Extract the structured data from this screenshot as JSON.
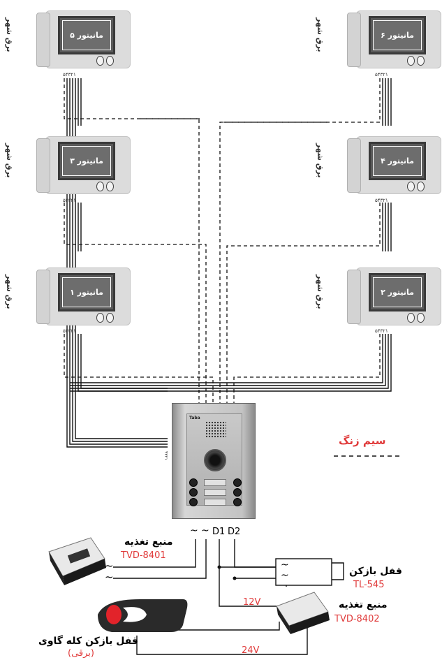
{
  "monitors": [
    {
      "id": "m5",
      "label": "مانیتور ۵",
      "terminals": "۵۴۳۲۱",
      "power": "برق شهر"
    },
    {
      "id": "m6",
      "label": "مانیتور ۶",
      "terminals": "۵۴۳۲۱",
      "power": "برق شهر"
    },
    {
      "id": "m3",
      "label": "مانیتور ۳",
      "terminals": "۵۴۳۲۱",
      "power": "برق شهر"
    },
    {
      "id": "m4",
      "label": "مانیتور ۴",
      "terminals": "۵۴۳۲۱",
      "power": "برق شهر"
    },
    {
      "id": "m1",
      "label": "مانیتور ۱",
      "terminals": "۵۴۳۲۱",
      "power": "برق شهر"
    },
    {
      "id": "m2",
      "label": "مانیتور ۲",
      "terminals": "۵۴۳۲۱",
      "power": "برق شهر"
    }
  ],
  "door_panel": {
    "brand": "Taba",
    "bell_terminals": "۴۳۲۱"
  },
  "legend": {
    "label": "سیم زنگ"
  },
  "terminals": {
    "t1": "~",
    "t2": "~",
    "t3": "D1",
    "t4": "D2"
  },
  "psu1": {
    "title": "منبع تغذیه",
    "model": "TVD-8401",
    "out1": "~",
    "out2": "~"
  },
  "lock": {
    "title": "قفل بازکن",
    "model": "TL-545",
    "in1": "~",
    "in2": "~"
  },
  "psu2": {
    "title": "منبع تغذیه",
    "model": "TVD-8402"
  },
  "gate_lock": {
    "title": "قفل بازکن کله گاوی",
    "subtitle": "(برقی)"
  },
  "voltages": {
    "v12": "12V",
    "v24": "24V"
  }
}
